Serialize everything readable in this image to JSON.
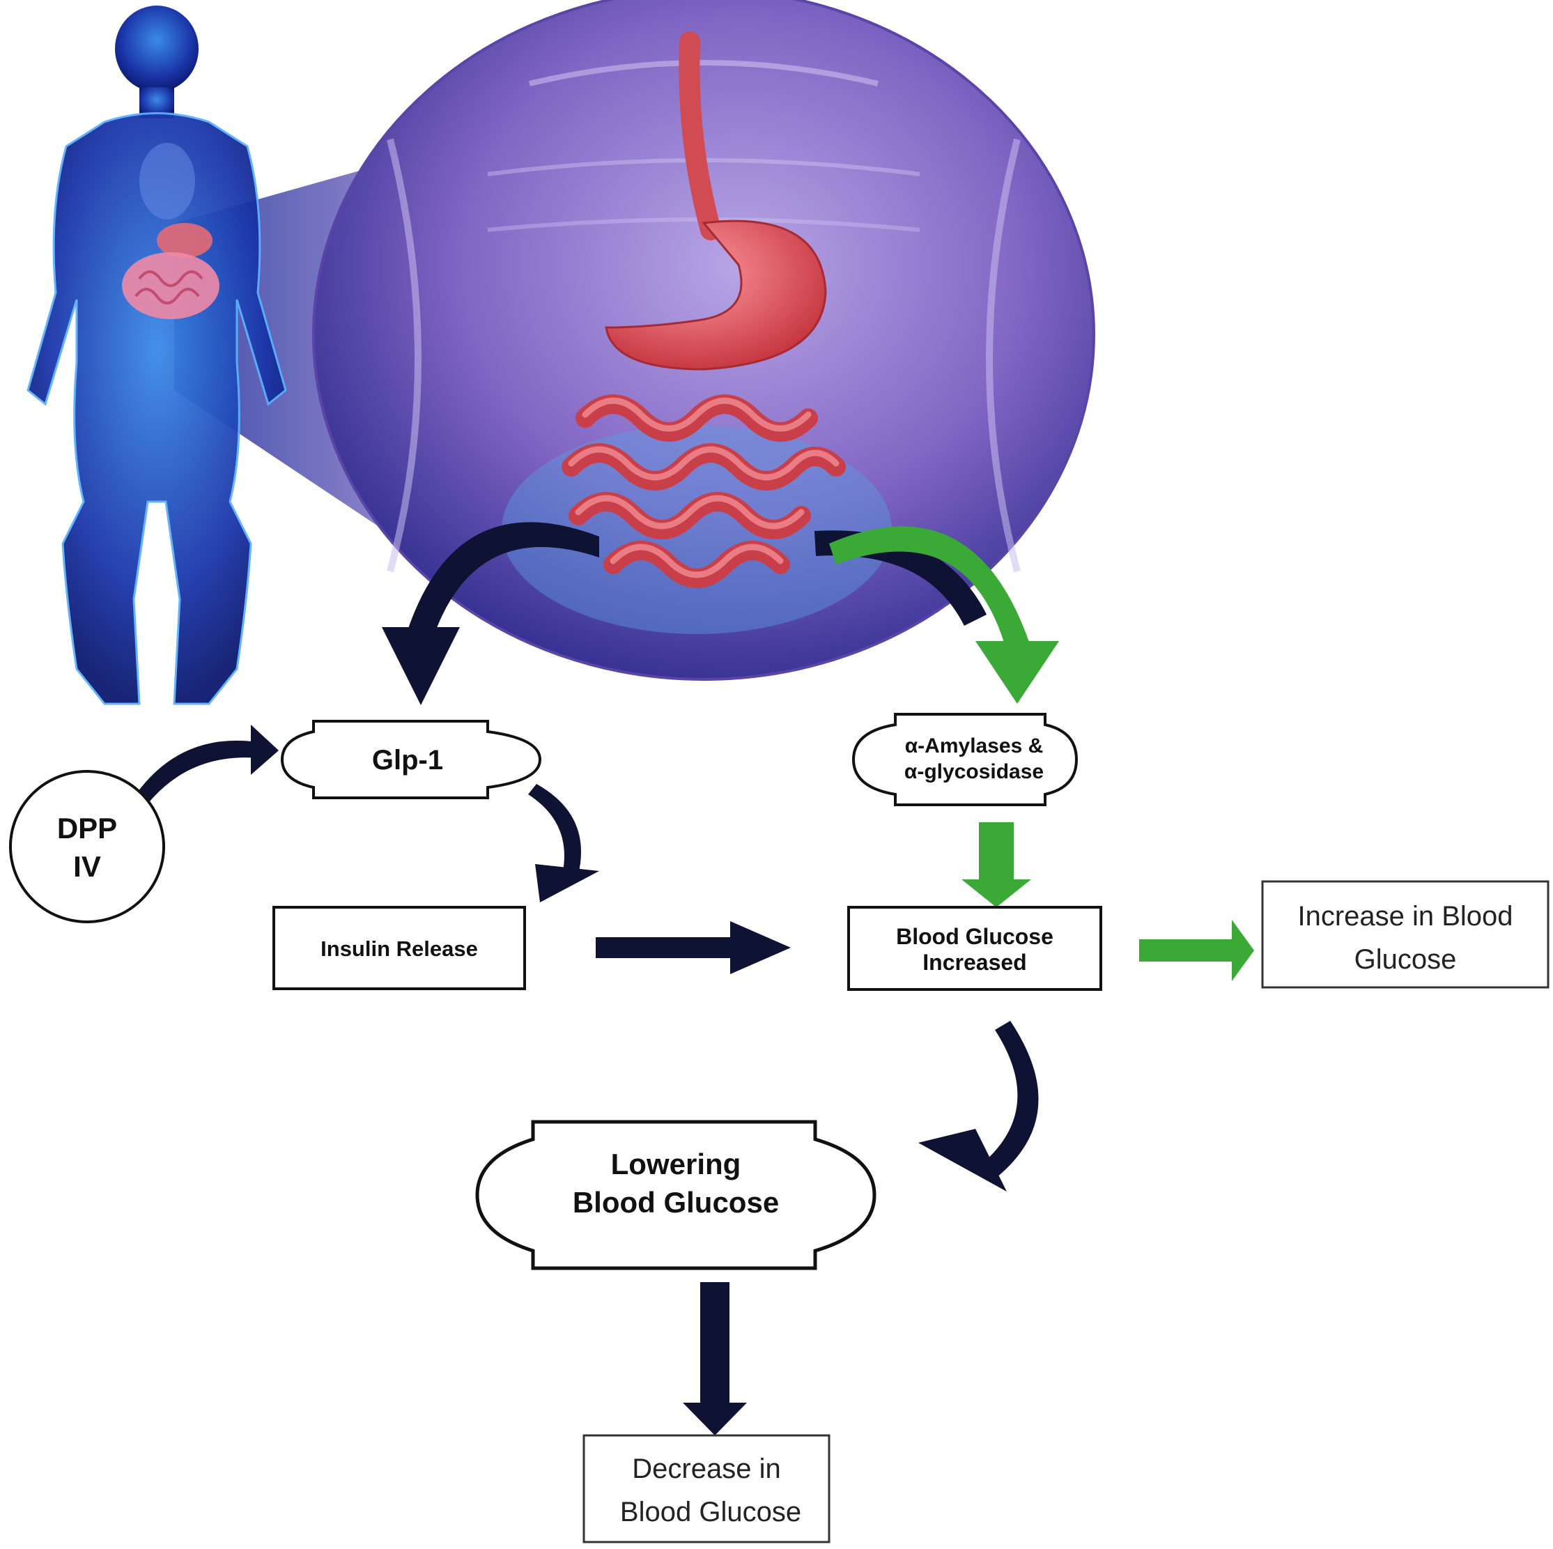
{
  "nodes": {
    "glp1": {
      "label": "Glp-1"
    },
    "dpp4": {
      "line1": "DPP",
      "line2": "IV"
    },
    "enzymes": {
      "line1": "α-Amylases &",
      "line2": "α-glycosidase"
    },
    "insulin": {
      "label": "Insulin Release"
    },
    "blood_glucose": {
      "line1": "Blood Glucose",
      "line2": "Increased"
    },
    "increase": {
      "line1": "Increase in Blood",
      "line2": "Glucose"
    },
    "lowering": {
      "line1": "Lowering",
      "line2": "Blood Glucose"
    },
    "decrease": {
      "line1": "Decrease in",
      "line2": "Blood Glucose"
    }
  },
  "colors": {
    "dark_arrow": "#0e1233",
    "green_arrow": "#3aa935",
    "body_blue": "#1d3fb5",
    "zoom_purple": "#7a5bb8",
    "organ_red": "#e0555e"
  },
  "icons": {
    "figure": "human-body-illustration",
    "zoom": "digestive-system-illustration"
  }
}
